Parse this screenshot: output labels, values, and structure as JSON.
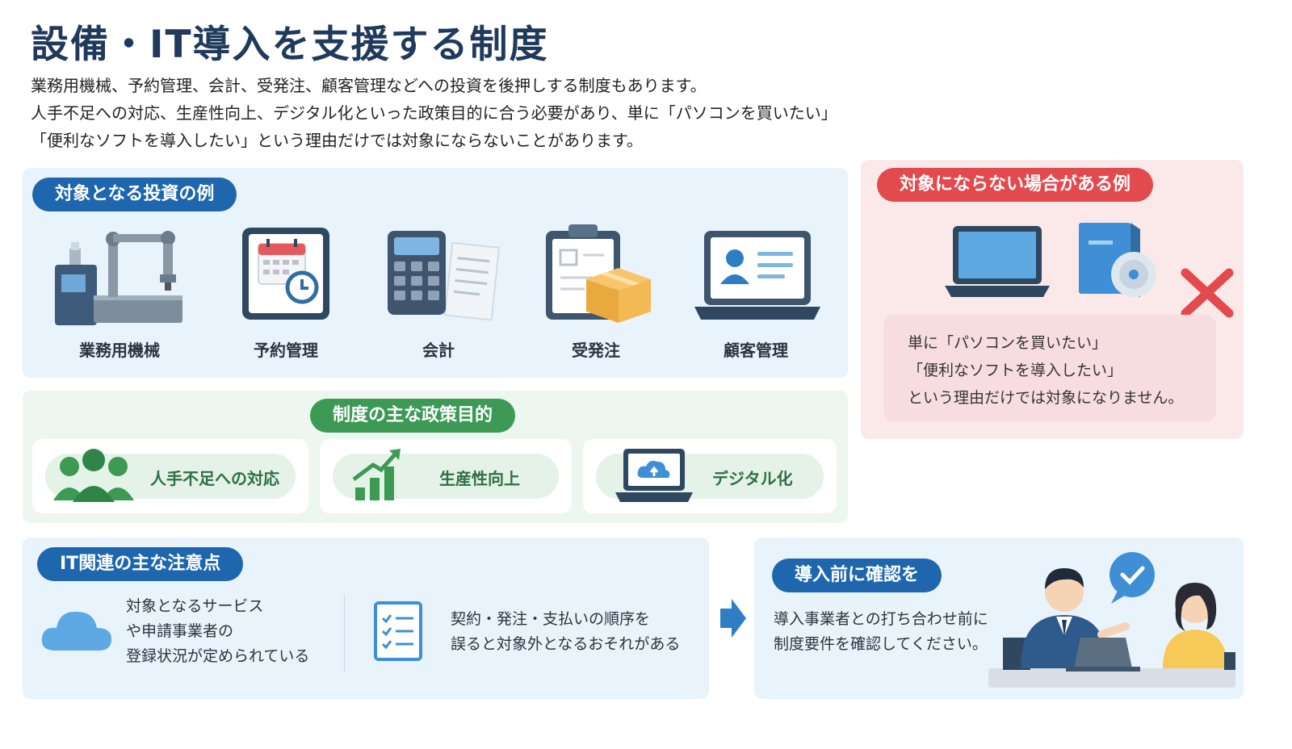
{
  "header": {
    "title": "設備・IT導入を支援する制度",
    "intro_lines": [
      "業務用機械、予約管理、会計、受発注、顧客管理などへの投資を後押しする制度もあります。",
      "人手不足への対応、生産性向上、デジタル化といった政策目的に合う必要があり、単に「パソコンを買いたい」",
      "「便利なソフトを導入したい」という理由だけでは対象にならないことがあります。"
    ]
  },
  "eligible": {
    "heading": "対象となる投資の例",
    "items": [
      {
        "label": "業務用機械",
        "icon": "robot-arm-icon"
      },
      {
        "label": "予約管理",
        "icon": "calendar-clock-icon"
      },
      {
        "label": "会計",
        "icon": "calculator-icon"
      },
      {
        "label": "受発注",
        "icon": "clipboard-box-icon"
      },
      {
        "label": "顧客管理",
        "icon": "laptop-contact-icon"
      }
    ]
  },
  "not_eligible": {
    "heading": "対象にならない場合がある例",
    "lines": [
      "単に「パソコンを買いたい」",
      "「便利なソフトを導入したい」",
      "という理由だけでは対象になりません。"
    ]
  },
  "policy": {
    "heading": "制度の主な政策目的",
    "goals": [
      {
        "label": "人手不足への対応",
        "icon": "people-group-icon"
      },
      {
        "label": "生産性向上",
        "icon": "growth-chart-icon"
      },
      {
        "label": "デジタル化",
        "icon": "cloud-laptop-icon"
      }
    ]
  },
  "it_notes": {
    "heading": "IT関連の主な注意点",
    "note1_lines": [
      "対象となるサービス",
      "や申請事業者の",
      "登録状況が定められている"
    ],
    "note2_lines": [
      "契約・発注・支払いの順序を",
      "誤ると対象外となるおそれがある"
    ]
  },
  "confirm": {
    "heading": "導入前に確認を",
    "lines": [
      "導入事業者との打ち合わせ前に",
      "制度要件を確認してください。"
    ]
  },
  "colors": {
    "navy": "#1f3a5c",
    "blue": "#1e66ad",
    "green": "#3c9a55",
    "red": "#e24a4e",
    "panel_blue": "#e9f3fc",
    "panel_green": "#edf6ef",
    "panel_red": "#fbe9ea"
  }
}
